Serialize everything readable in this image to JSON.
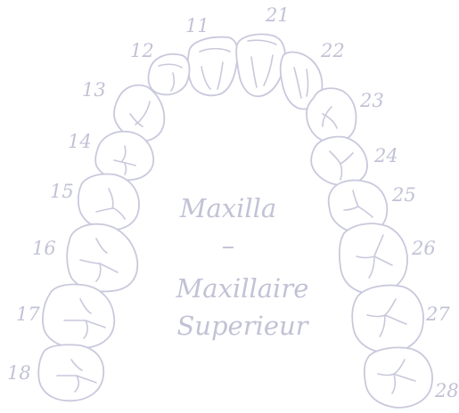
{
  "diagram": {
    "caption_lines": [
      "Maxilla",
      "–",
      "Maxillaire",
      "Superieur"
    ],
    "tooth_numbers": [
      "11",
      "12",
      "13",
      "14",
      "15",
      "16",
      "17",
      "18",
      "21",
      "22",
      "23",
      "24",
      "25",
      "26",
      "27",
      "28"
    ],
    "colors": {
      "outline": "#c9c9dd",
      "text": "#c2c2d6",
      "background": "#ffffff"
    }
  }
}
